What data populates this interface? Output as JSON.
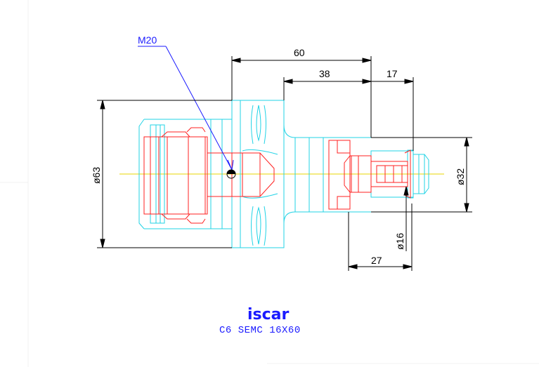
{
  "colors": {
    "outline_cyan": "#22d3e6",
    "outline_red": "#ff2020",
    "dimension_black": "#000000",
    "leader_blue": "#1a1aff",
    "centerline_yellow": "#e8d400",
    "logo_blue": "#1a1aff"
  },
  "callout": {
    "thread": "M20"
  },
  "dimensions": {
    "length_overall": "60",
    "length_mid": "38",
    "length_tip": "17",
    "length_shank": "27",
    "dia_flange": "ø63",
    "dia_body": "ø32",
    "dia_pilot": "ø16"
  },
  "logo": {
    "text": "iscar"
  },
  "caption": {
    "model": "C6 SEMC 16X60"
  }
}
